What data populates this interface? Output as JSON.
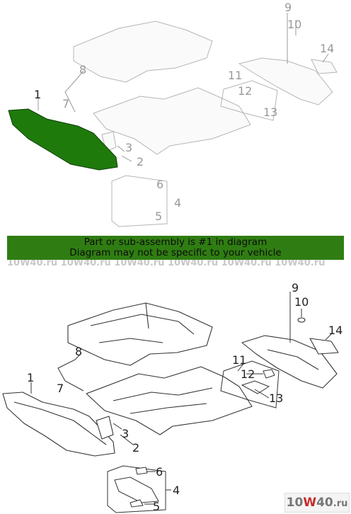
{
  "banner": {
    "line1": "Part or sub-assembly is #1 in diagram",
    "line2": "Diagram may not be specific to your vehicle"
  },
  "watermark_text": "10W40.ru 10W40.ru 10W40.ru 10W40.ru 10W40.ru 10W40.ru",
  "logo": {
    "part1": "10",
    "part2": "W",
    "part3": "40",
    "part4": ".ru"
  },
  "colors": {
    "highlight": "#1f7a0c",
    "banner": "#2f7d12",
    "line": "#333333"
  },
  "callouts": [
    "1",
    "2",
    "3",
    "4",
    "5",
    "6",
    "7",
    "8",
    "9",
    "10",
    "11",
    "12",
    "13",
    "14"
  ]
}
